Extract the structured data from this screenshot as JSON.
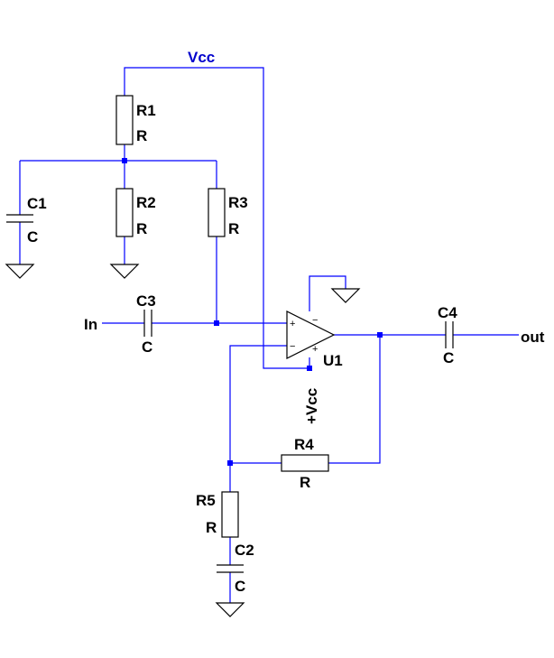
{
  "nets": {
    "vcc": "Vcc",
    "input": "In",
    "output": "out",
    "opamp_supply": "+Vcc"
  },
  "components": {
    "R1": {
      "ref": "R1",
      "value": "R"
    },
    "R2": {
      "ref": "R2",
      "value": "R"
    },
    "R3": {
      "ref": "R3",
      "value": "R"
    },
    "R4": {
      "ref": "R4",
      "value": "R"
    },
    "R5": {
      "ref": "R5",
      "value": "R"
    },
    "C1": {
      "ref": "C1",
      "value": "C"
    },
    "C2": {
      "ref": "C2",
      "value": "C"
    },
    "C3": {
      "ref": "C3",
      "value": "C"
    },
    "C4": {
      "ref": "C4",
      "value": "C"
    },
    "U1": {
      "ref": "U1"
    }
  },
  "pins": {
    "noninverting": "+",
    "inverting": "−",
    "supply_pos": "+",
    "supply_neg": "−"
  },
  "colors": {
    "wire": "#0000ff",
    "net_label": "#0000cc",
    "component": "#000000",
    "background": "#ffffff"
  }
}
